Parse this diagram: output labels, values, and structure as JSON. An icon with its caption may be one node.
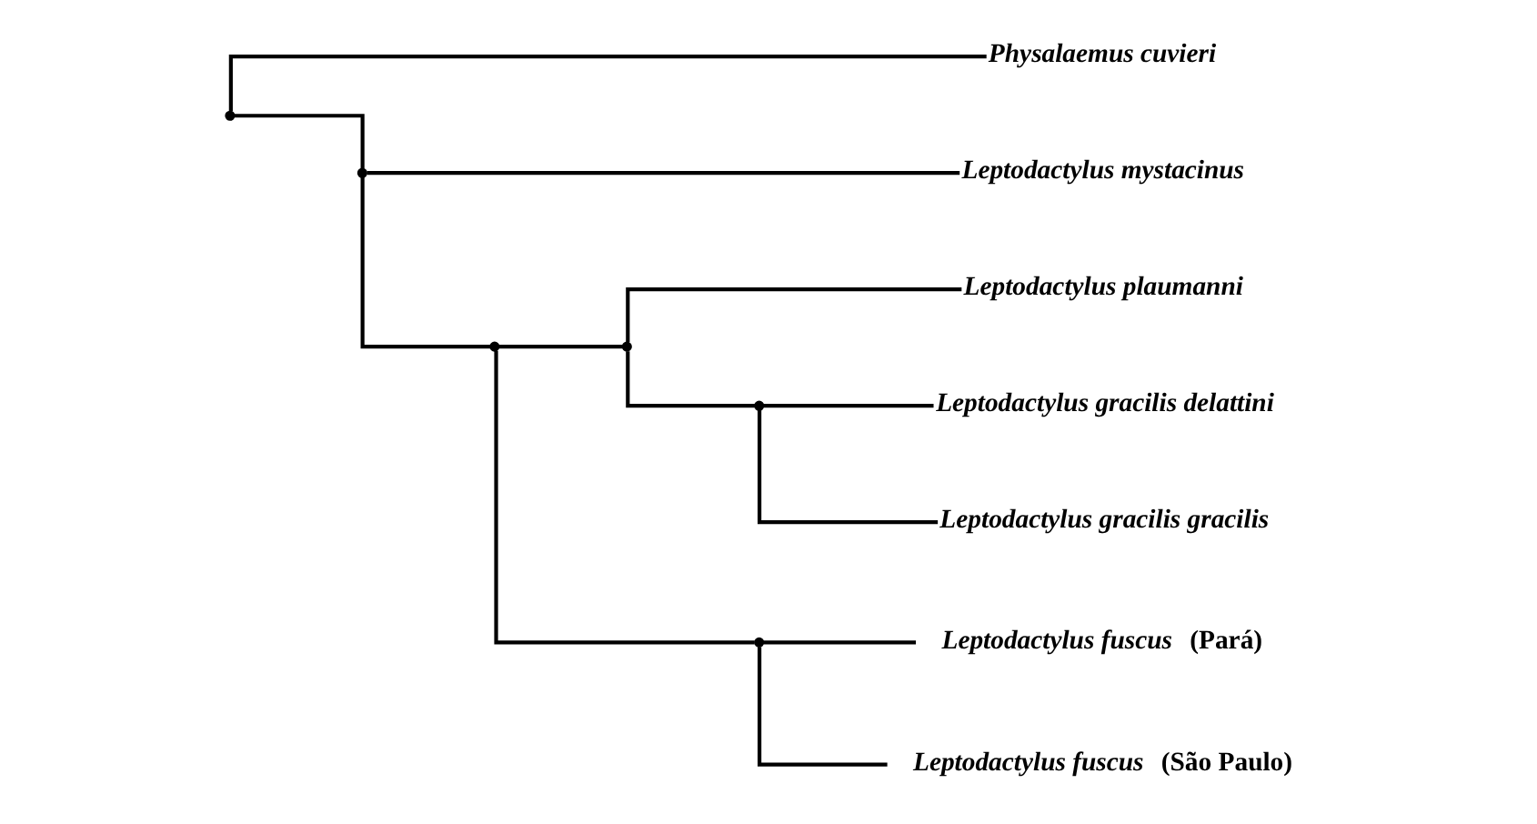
{
  "diagram": {
    "nodes": [
      {
        "text": [],
        "shape": "point"
      },
      {
        "text": [
          "Physalaemus cuvieri"
        ]
      },
      {
        "text": [],
        "shape": "point"
      },
      {
        "text": [
          "Leptodactylus mystacinus"
        ]
      },
      {
        "text": [],
        "shape": "point"
      },
      {
        "text": [],
        "shape": "point"
      },
      {
        "text": [
          "Leptodactylus plaumanni"
        ]
      },
      {
        "text": [],
        "shape": "point"
      },
      {
        "text": [
          "Leptodactylus gracilis delattini"
        ]
      },
      {
        "text": [
          "Leptodactylus gracilis gracilis"
        ]
      },
      {
        "text": [],
        "shape": "point"
      },
      {
        "text": [
          "*Leptodactylus fuscus* (Pará)"
        ]
      },
      {
        "text": [
          "*Leptodactylus fuscus* (São Paulo)"
        ]
      }
    ],
    "edges": [
      {
        "from": 0,
        "to": 1,
        "arrow": "none"
      },
      {
        "from": 0,
        "to": 2,
        "arrow": "none"
      },
      {
        "from": 2,
        "to": 3,
        "arrow": "none"
      },
      {
        "from": 2,
        "to": 4,
        "arrow": "none"
      },
      {
        "from": 4,
        "to": 5,
        "arrow": "none"
      },
      {
        "from": 5,
        "to": 6,
        "arrow": "none"
      },
      {
        "from": 5,
        "to": 7,
        "arrow": "none"
      },
      {
        "from": 7,
        "to": 8,
        "arrow": "none"
      },
      {
        "from": 7,
        "to": 9,
        "arrow": "none"
      },
      {
        "from": 4,
        "to": 10,
        "arrow": "none"
      },
      {
        "from": 10,
        "to": 11,
        "arrow": "none"
      },
      {
        "from": 10,
        "to": 12,
        "arrow": "none"
      }
    ]
  }
}
